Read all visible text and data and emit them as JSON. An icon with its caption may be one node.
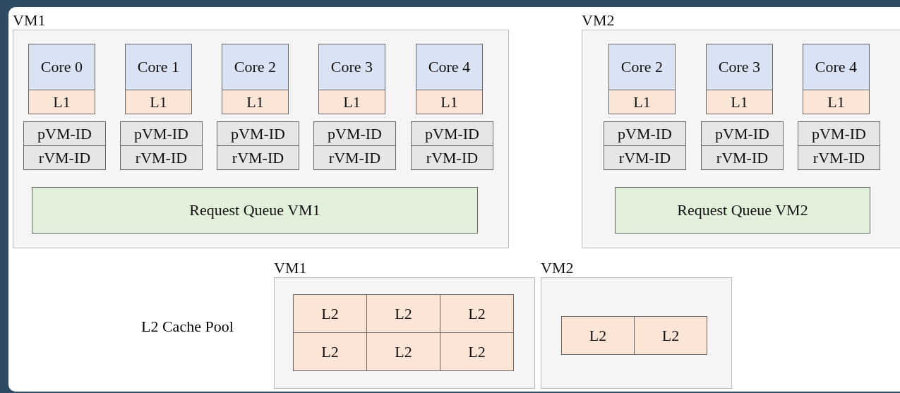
{
  "diagram": {
    "nodes": [
      {
        "text": [
          "VM1"
        ]
      },
      {
        "text": [
          "Core 0"
        ],
        "in": 0
      },
      {
        "text": [
          "Core 1"
        ],
        "in": 0
      },
      {
        "text": [
          "Core 2"
        ],
        "in": 0
      },
      {
        "text": [
          "Core 3"
        ],
        "in": 0
      },
      {
        "text": [
          "Core 4"
        ],
        "in": 0
      },
      {
        "text": [
          "L1"
        ],
        "in": 0
      },
      {
        "text": [
          "L1"
        ],
        "in": 0
      },
      {
        "text": [
          "L1"
        ],
        "in": 0
      },
      {
        "text": [
          "L1"
        ],
        "in": 0
      },
      {
        "text": [
          "L1"
        ],
        "in": 0
      },
      {
        "text": [
          "pVM-ID"
        ],
        "in": 0
      },
      {
        "text": [
          "pVM-ID"
        ],
        "in": 0
      },
      {
        "text": [
          "pVM-ID"
        ],
        "in": 0
      },
      {
        "text": [
          "pVM-ID"
        ],
        "in": 0
      },
      {
        "text": [
          "pVM-ID"
        ],
        "in": 0
      },
      {
        "text": [
          "rVM-ID"
        ],
        "in": 0
      },
      {
        "text": [
          "rVM-ID"
        ],
        "in": 0
      },
      {
        "text": [
          "rVM-ID"
        ],
        "in": 0
      },
      {
        "text": [
          "rVM-ID"
        ],
        "in": 0
      },
      {
        "text": [
          "rVM-ID"
        ],
        "in": 0
      },
      {
        "text": [
          "Request Queue VM1"
        ],
        "in": 0
      },
      {
        "text": [
          "VM2"
        ]
      },
      {
        "text": [
          "Core 2"
        ],
        "in": 22
      },
      {
        "text": [
          "Core 3"
        ],
        "in": 22
      },
      {
        "text": [
          "Core 4"
        ],
        "in": 22
      },
      {
        "text": [
          "L1"
        ],
        "in": 22
      },
      {
        "text": [
          "L1"
        ],
        "in": 22
      },
      {
        "text": [
          "L1"
        ],
        "in": 22
      },
      {
        "text": [
          "pVM-ID"
        ],
        "in": 22
      },
      {
        "text": [
          "pVM-ID"
        ],
        "in": 22
      },
      {
        "text": [
          "pVM-ID"
        ],
        "in": 22
      },
      {
        "text": [
          "rVM-ID"
        ],
        "in": 22
      },
      {
        "text": [
          "rVM-ID"
        ],
        "in": 22
      },
      {
        "text": [
          "rVM-ID"
        ],
        "in": 22
      },
      {
        "text": [
          "Request Queue VM2"
        ],
        "in": 22
      },
      {
        "text": [
          "VM1"
        ]
      },
      {
        "text": [
          "L2"
        ],
        "in": 36
      },
      {
        "text": [
          "L2"
        ],
        "in": 36
      },
      {
        "text": [
          "L2"
        ],
        "in": 36
      },
      {
        "text": [
          "L2"
        ],
        "in": 36
      },
      {
        "text": [
          "L2"
        ],
        "in": 36
      },
      {
        "text": [
          "L2"
        ],
        "in": 36
      },
      {
        "text": [
          "VM2"
        ]
      },
      {
        "text": [
          "L2"
        ],
        "in": 43
      },
      {
        "text": [
          "L2"
        ],
        "in": 43
      }
    ],
    "labels": [
      "L2 Cache Pool"
    ]
  }
}
